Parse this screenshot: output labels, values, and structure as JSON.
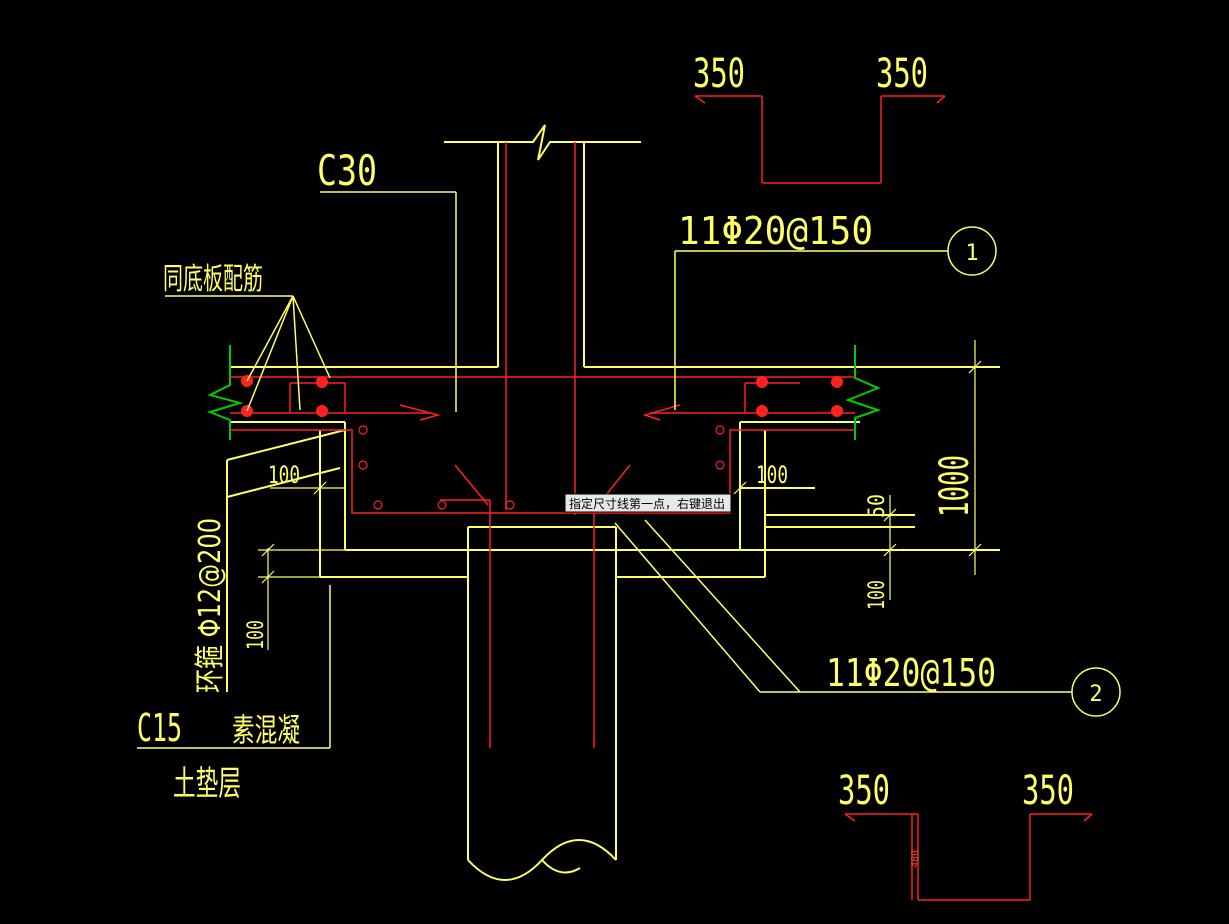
{
  "colors": {
    "background": "#000000",
    "concrete": "#ffff66",
    "rebar": "#ff2020",
    "break_line": "#00cc00",
    "tooltip_bg": "#e8e8e8"
  },
  "labels": {
    "concrete_grade": "C30",
    "same_as_slab": "同底板配筋",
    "bar_spec_1": "11Φ20@150",
    "bar_spec_2": "11Φ20@150",
    "callout_1": "1",
    "callout_2": "2",
    "hoop_bar": "环箍 Φ12@200",
    "c15": "C15",
    "plain_concrete": "素混凝",
    "cushion": "土垫层"
  },
  "dimensions": {
    "d100_left": "100",
    "d100_right": "100",
    "d100_vert_left": "100",
    "d100_vert_right": "100",
    "d50": "50",
    "d1000": "1000",
    "top_350_left": "350",
    "top_350_right": "350",
    "bot_350_left": "350",
    "bot_350_right": "350",
    "bot_480": "480"
  },
  "tooltip": {
    "text": "指定尺寸线第一点，右键退出"
  }
}
